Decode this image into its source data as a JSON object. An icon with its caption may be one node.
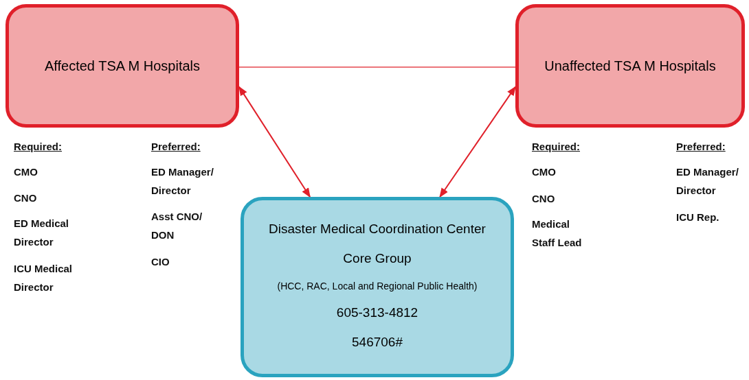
{
  "diagram": {
    "nodes": [
      {
        "text": [
          "Affected TSA M Hospitals"
        ]
      },
      {
        "text": [
          "Unaffected TSA M Hospitals"
        ]
      },
      {
        "text": [
          "Disaster Medical Coordination Center",
          "Core Group",
          "(HCC, RAC, Local and Regional Public Health)",
          "605-313-4812",
          "546706#"
        ]
      }
    ],
    "edges": [
      {
        "from": 0,
        "to": 1,
        "arrow": "none"
      },
      {
        "from": 0,
        "to": 2,
        "arrow": "both"
      },
      {
        "from": 1,
        "to": 2,
        "arrow": "both"
      }
    ],
    "labels": [
      "Required:",
      "CMO",
      "CNO",
      "ED Medical Director",
      "ICU Medical Director",
      "Preferred:",
      "ED Manager/ Director",
      "Asst CNO/ DON",
      "CIO",
      "Required:",
      "CMO",
      "CNO",
      "Medical Staff Lead",
      "Preferred:",
      "ED Manager/ Director",
      "ICU Rep."
    ]
  }
}
